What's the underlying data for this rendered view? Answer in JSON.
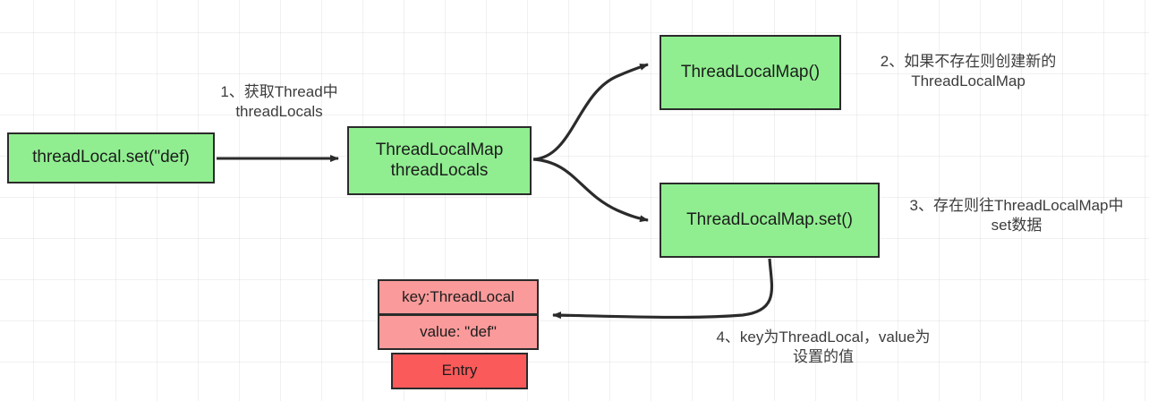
{
  "diagram": {
    "title": "ThreadLocal set flow",
    "colors": {
      "green_fill": "#90ee90",
      "pink_fill": "#fa9a9a",
      "red_fill": "#fa5a5a",
      "stroke": "#2b2b2b",
      "text": "#1c1c1c",
      "note_text": "#3c3c3c",
      "background": "#ffffff",
      "grid_line": "rgba(0,0,0,0.055)"
    },
    "nodes": {
      "threadlocal_set": "threadLocal.set(\"def)",
      "threadlocals": "ThreadLocalMap\nthreadLocals",
      "threadlocalmap_ctor": "ThreadLocalMap()",
      "threadlocalmap_set": "ThreadLocalMap.set()",
      "entry_key": "key:ThreadLocal",
      "entry_value": "value: \"def\"",
      "entry_label": "Entry"
    },
    "notes": {
      "step_1": "1、获取Thread中\nthreadLocals",
      "step_2": "2、如果不存在则创建新的\nThreadLocalMap",
      "step_3": "3、存在则往ThreadLocalMap中\nset数据",
      "step_4": "4、key为ThreadLocal，value为\n设置的值"
    }
  }
}
